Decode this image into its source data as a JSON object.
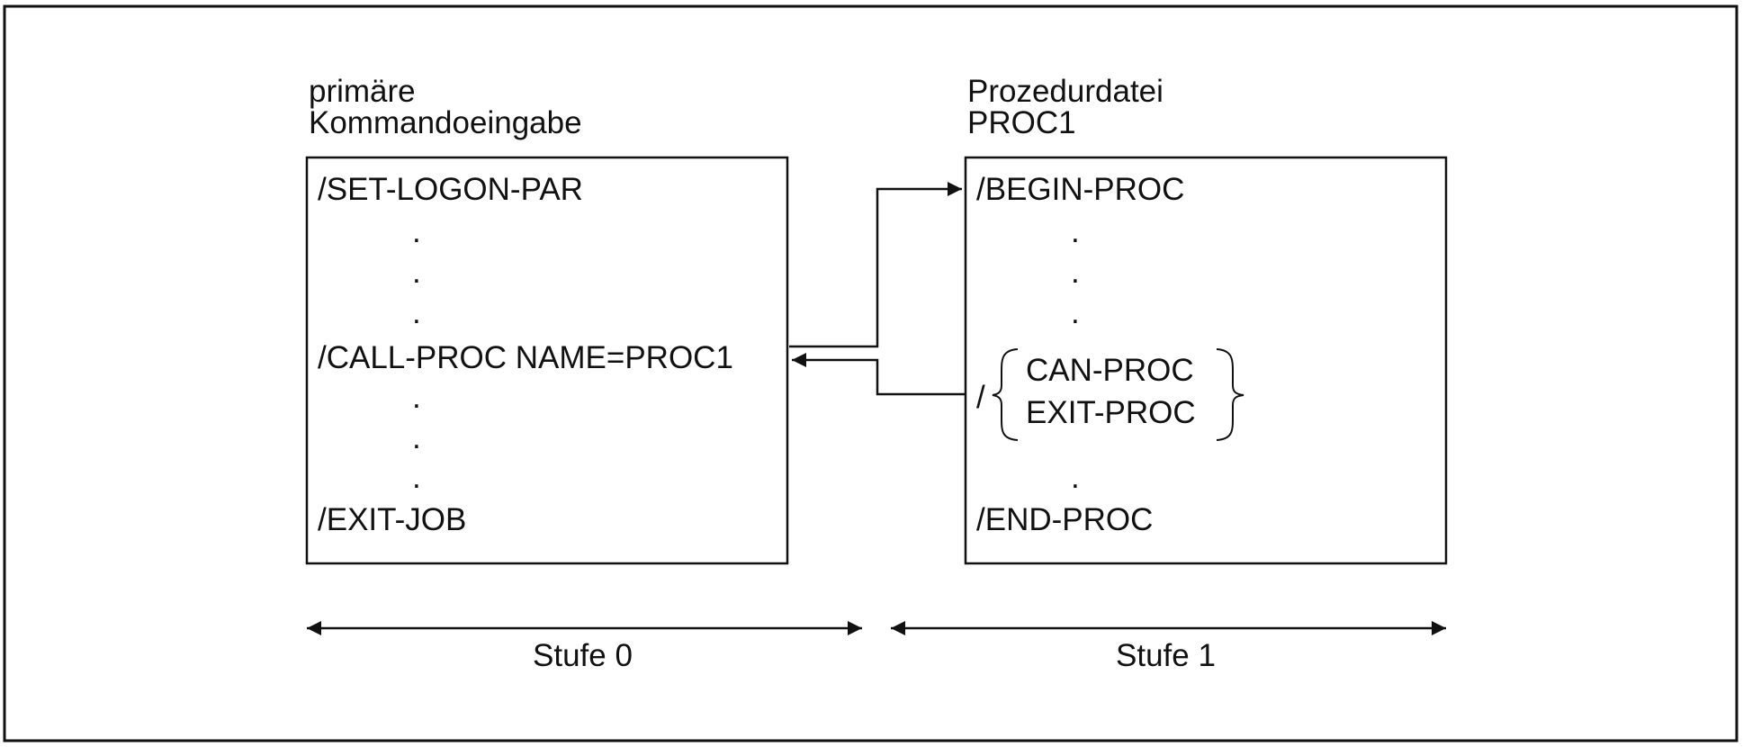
{
  "level0": {
    "heading_line1": "primäre",
    "heading_line2": "Kommandoeingabe",
    "lines": {
      "set_logon": "/SET-LOGON-PAR",
      "call_proc": "/CALL-PROC NAME=PROC1",
      "exit_job": "/EXIT-JOB"
    },
    "dot": "."
  },
  "level1": {
    "heading_line1": "Prozedurdatei",
    "heading_line2": "PROC1",
    "lines": {
      "begin_proc": "/BEGIN-PROC",
      "slash": "/",
      "can_proc": "CAN-PROC",
      "exit_proc": "EXIT-PROC",
      "end_proc": "/END-PROC"
    },
    "dot": "."
  },
  "scale": {
    "stufe0": "Stufe 0",
    "stufe1": "Stufe 1"
  }
}
